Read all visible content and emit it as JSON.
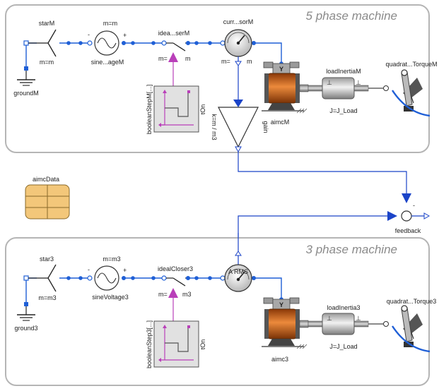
{
  "machine_groups": [
    {
      "title": "5 phase machine",
      "star": "starM",
      "star_param": "m=m",
      "ground": "groundM",
      "source_param": "m=m",
      "source": "sine...ageM",
      "switch": "idea...serM",
      "switch_param": "m=",
      "switch_param2": "m",
      "sensor": "curr...sorM",
      "sensor_param": "m=",
      "sensor_param2": "m",
      "boolean_step": "booleanStepM[...]",
      "boolean_param": "tOn",
      "machine": "aimcM",
      "inertia": "loadInertiaM",
      "inertia_param": "J=J_Load",
      "load_torque": "quadrat...TorqueM"
    },
    {
      "title": "3 phase machine",
      "star": "star3",
      "star_param": "m=m3",
      "ground": "ground3",
      "source_param": "m=m3",
      "source": "sineVoltage3",
      "switch": "idealCloser3",
      "switch_param": "m=",
      "switch_param2": "m3",
      "sensor_symbol": "A RMS",
      "boolean_step": "booleanStep3[...]",
      "boolean_param": "tOn",
      "machine": "aimc3",
      "inertia": "loadInertia3",
      "inertia_param": "J=J_Load",
      "load_torque": "quadrat...Torque3"
    }
  ],
  "gain": {
    "param": "k=m / m3",
    "name": "gain"
  },
  "feedback": {
    "name": "feedback",
    "minus_sign": "-"
  },
  "record": {
    "name": "aimcData"
  },
  "source_signs": {
    "minus": "-",
    "plus": "+"
  },
  "machine_symbol": "Y",
  "bearing_symbol": "⊥",
  "colors": {
    "electric": "#1f5fd6",
    "signal": "#1b44c8",
    "boolean": "#b93fb9",
    "machine": "#c85a14",
    "group_border": "#b4b4b4",
    "record_fill": "#f3c77a"
  }
}
